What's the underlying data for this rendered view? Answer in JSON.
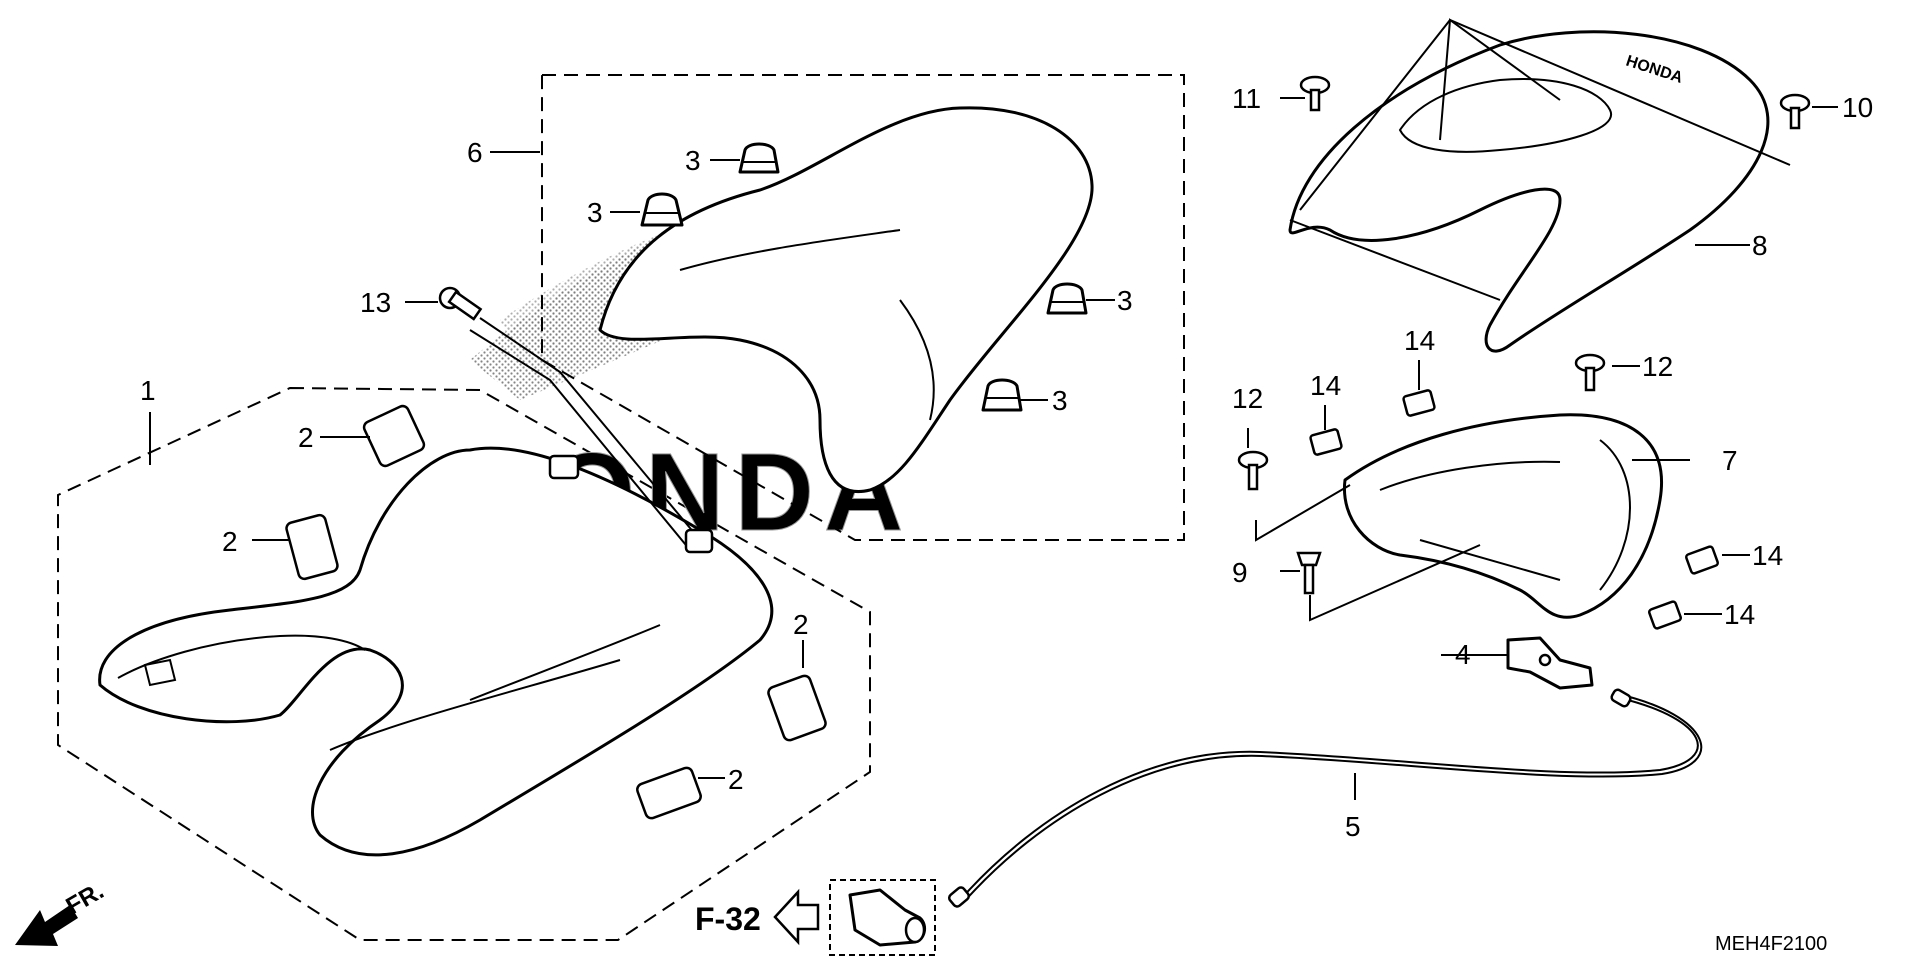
{
  "diagram_code": "MEH4F2100",
  "figure_reference": "F-32",
  "front_indicator": "FR.",
  "brand_marks": {
    "seat_watermark": "HONDA",
    "cowl_emblem": "HONDA"
  },
  "callouts": [
    {
      "id": "c1",
      "number": "1"
    },
    {
      "id": "c2a",
      "number": "2"
    },
    {
      "id": "c2b",
      "number": "2"
    },
    {
      "id": "c2c",
      "number": "2"
    },
    {
      "id": "c2d",
      "number": "2"
    },
    {
      "id": "c3a",
      "number": "3"
    },
    {
      "id": "c3b",
      "number": "3"
    },
    {
      "id": "c3c",
      "number": "3"
    },
    {
      "id": "c3d",
      "number": "3"
    },
    {
      "id": "c4",
      "number": "4"
    },
    {
      "id": "c5",
      "number": "5"
    },
    {
      "id": "c6",
      "number": "6"
    },
    {
      "id": "c7",
      "number": "7"
    },
    {
      "id": "c8",
      "number": "8"
    },
    {
      "id": "c9",
      "number": "9"
    },
    {
      "id": "c10",
      "number": "10"
    },
    {
      "id": "c11",
      "number": "11"
    },
    {
      "id": "c12a",
      "number": "12"
    },
    {
      "id": "c12b",
      "number": "12"
    },
    {
      "id": "c13",
      "number": "13"
    },
    {
      "id": "c14a",
      "number": "14"
    },
    {
      "id": "c14b",
      "number": "14"
    },
    {
      "id": "c14c",
      "number": "14"
    },
    {
      "id": "c14d",
      "number": "14"
    }
  ]
}
